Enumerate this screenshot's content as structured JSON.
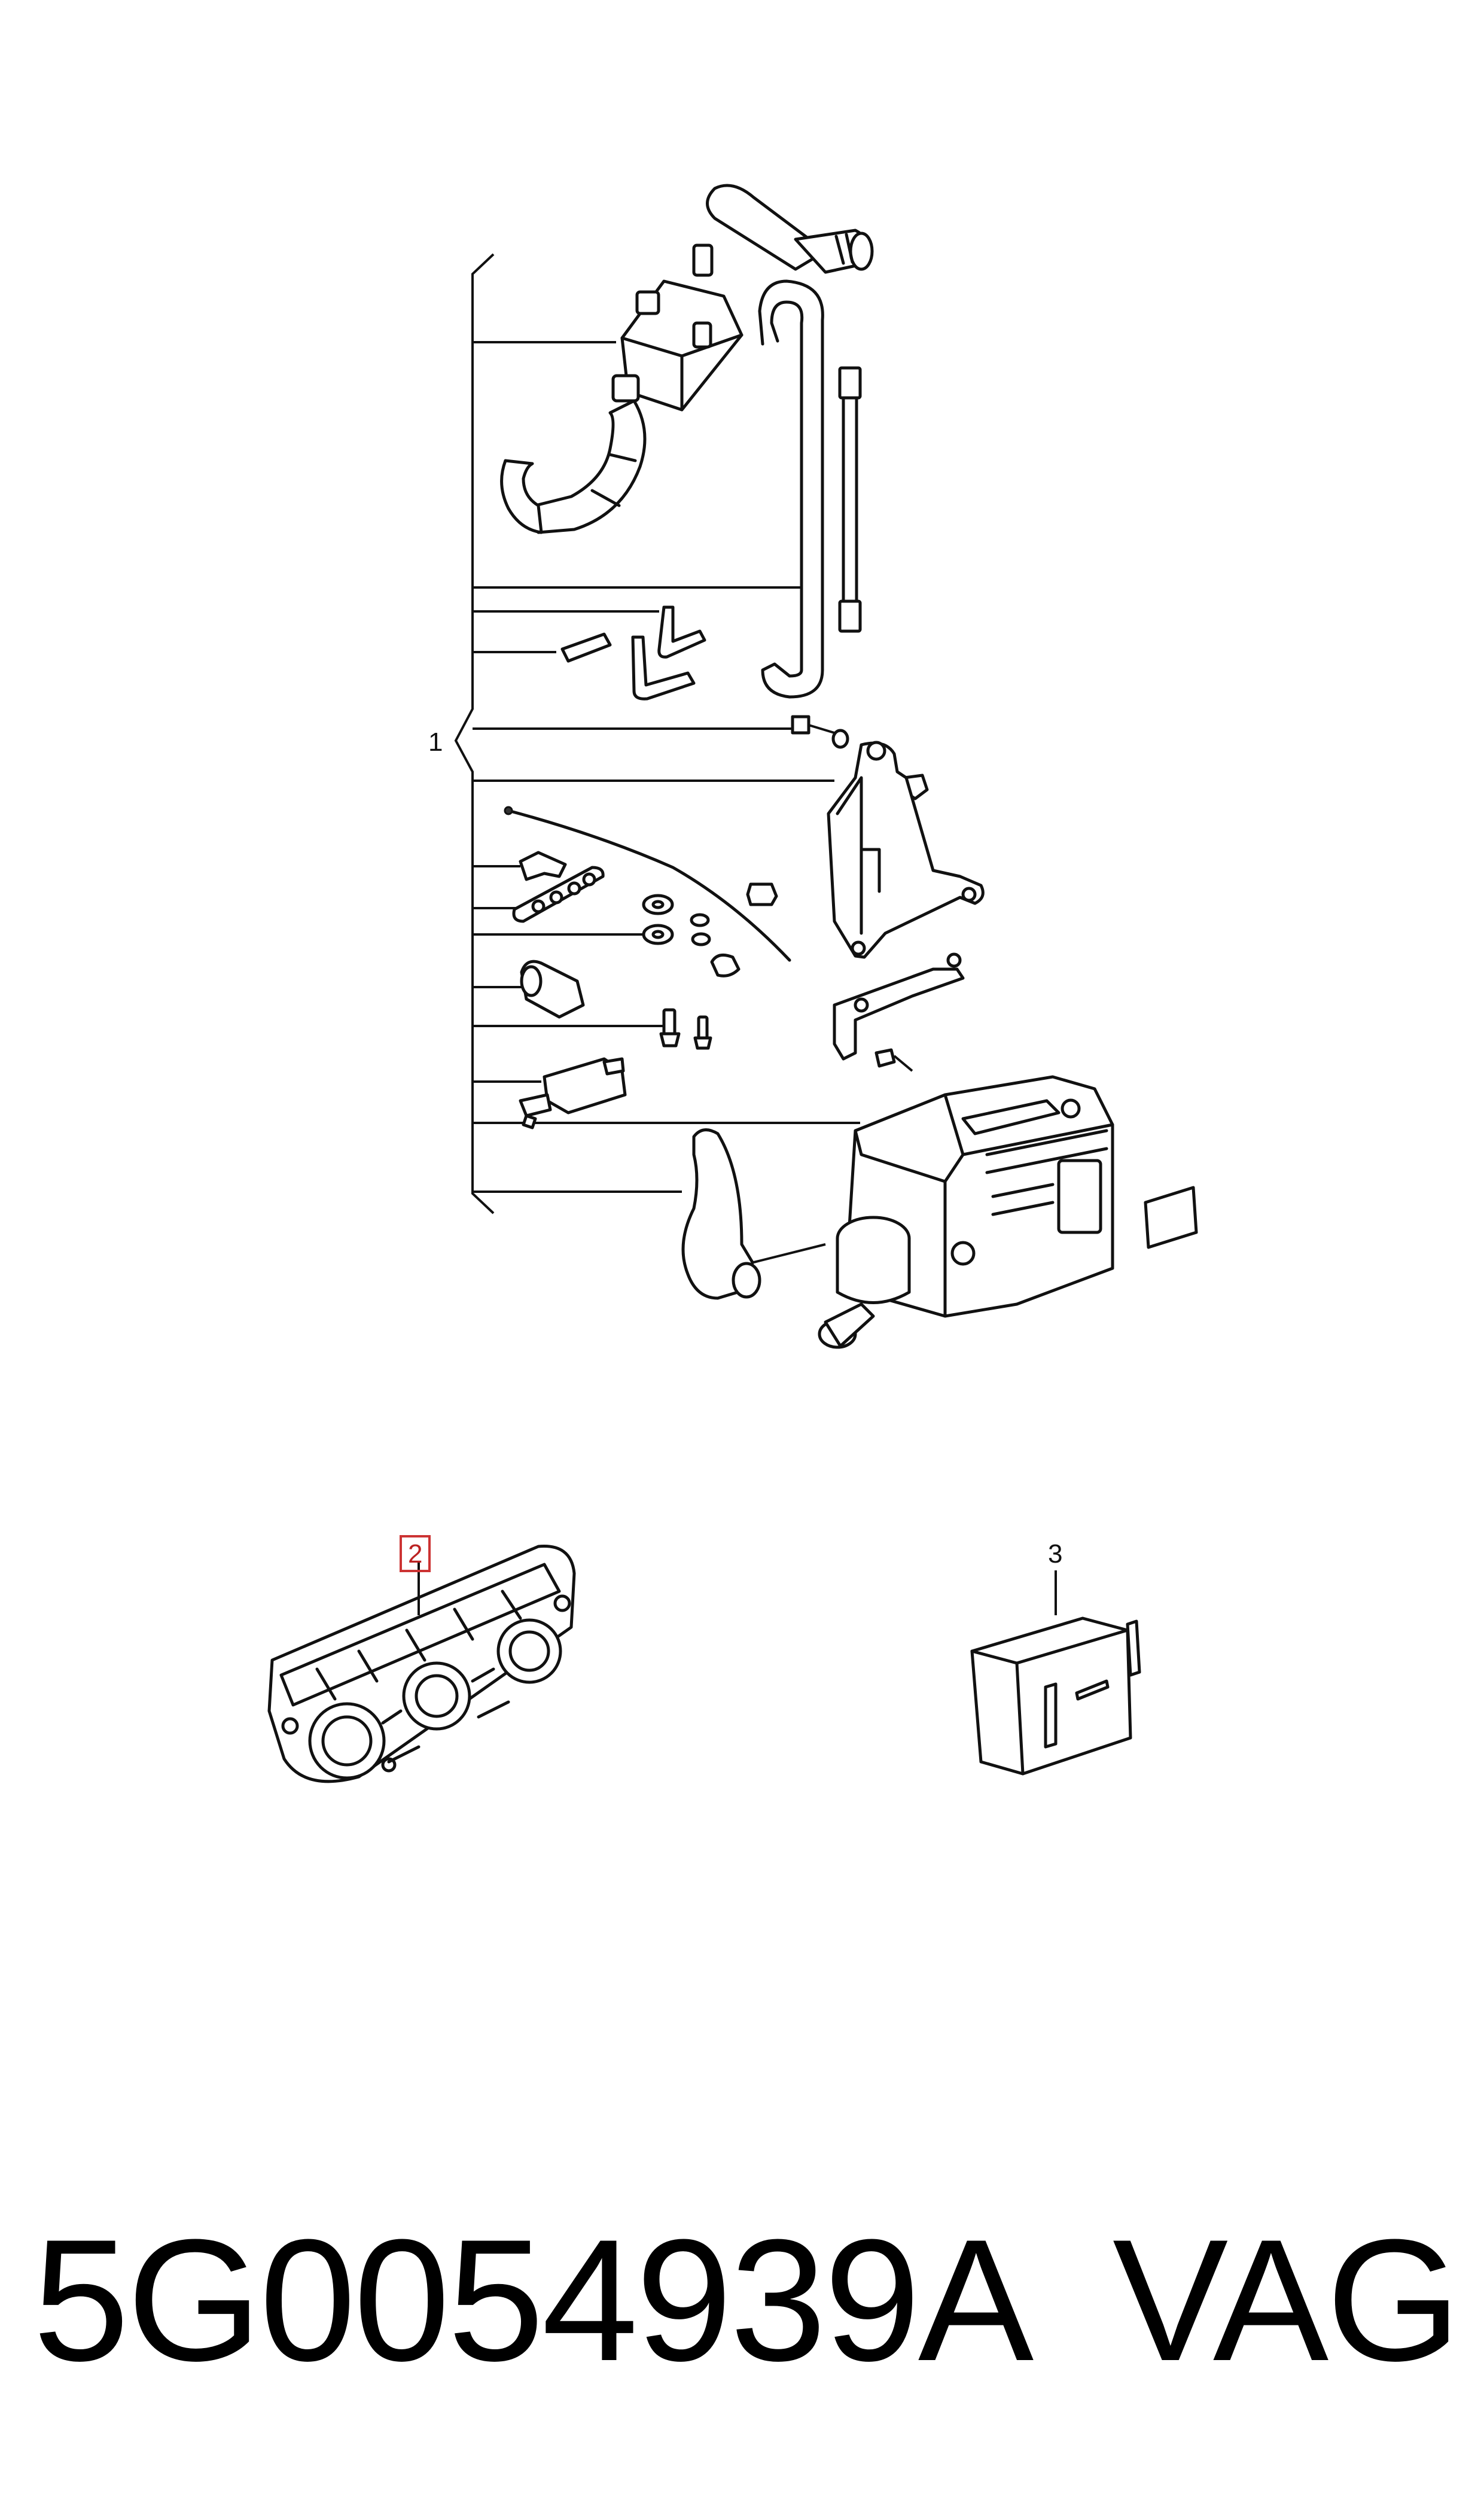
{
  "callouts": {
    "item1": "1",
    "item2": "2",
    "item3": "3"
  },
  "footer": {
    "part_number": "5G0054939A",
    "brand": "VAG"
  },
  "colors": {
    "line": "#111111",
    "highlight_box": "#cc3333"
  }
}
